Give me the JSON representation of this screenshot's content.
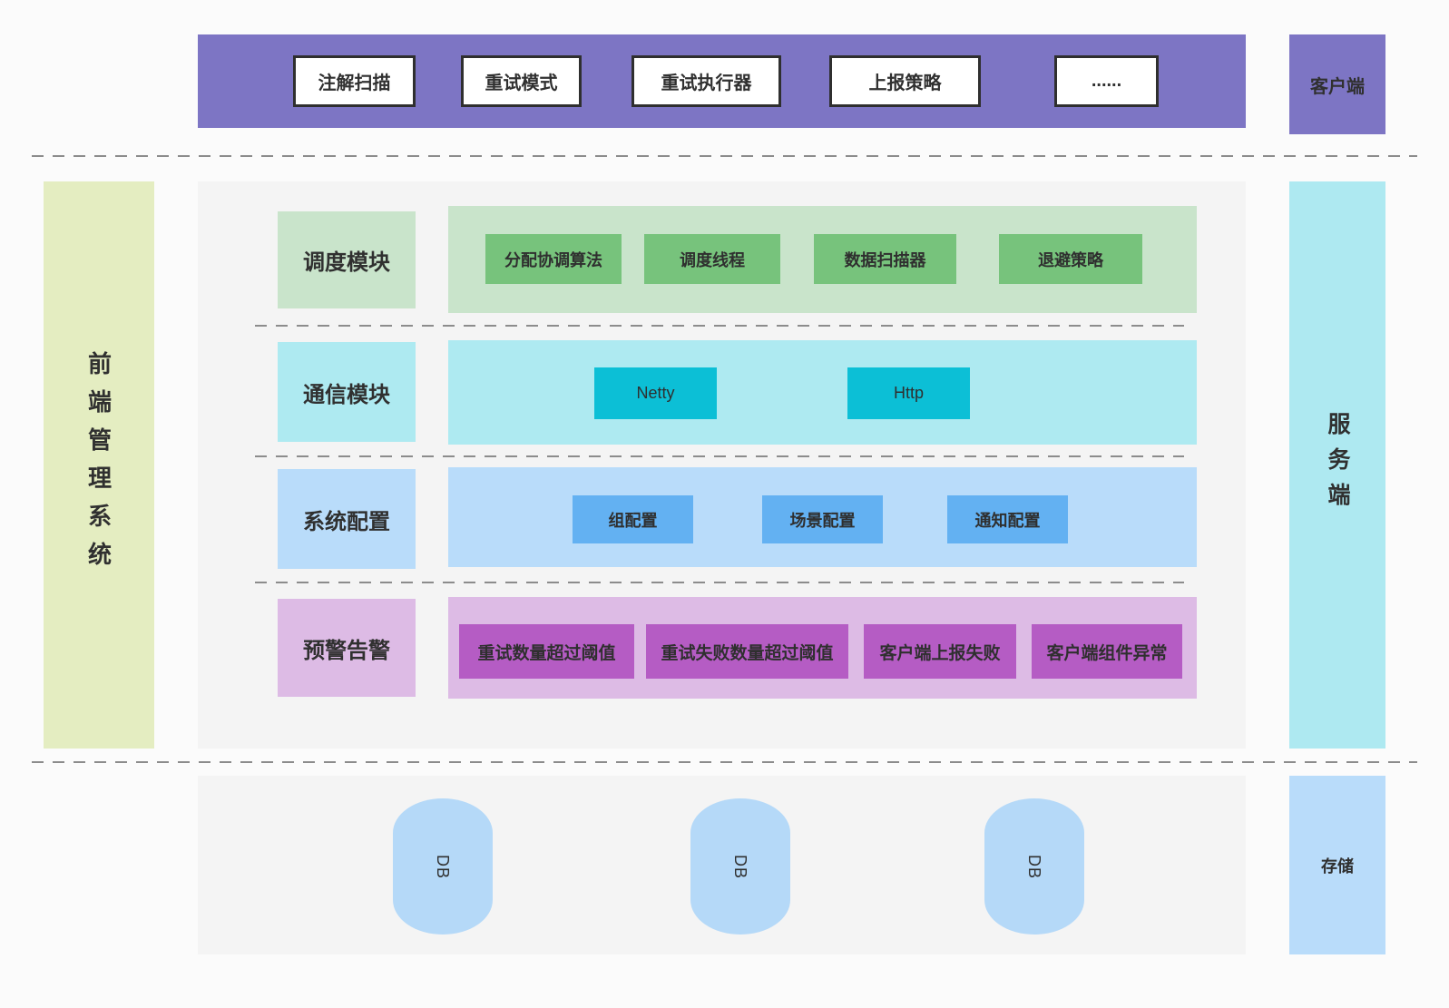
{
  "client_bar": {
    "modules": [
      "注解扫描",
      "重试模式",
      "重试执行器",
      "上报策略",
      "......"
    ],
    "side_label": "客户端"
  },
  "left_bar": {
    "label": "前端管理系统"
  },
  "right_bar": {
    "label": "服务端"
  },
  "rows": [
    {
      "label": "调度模块",
      "items": [
        "分配协调算法",
        "调度线程",
        "数据扫描器",
        "退避策略"
      ]
    },
    {
      "label": "通信模块",
      "items": [
        "Netty",
        "Http"
      ]
    },
    {
      "label": "系统配置",
      "items": [
        "组配置",
        "场景配置",
        "通知配置"
      ]
    },
    {
      "label": "预警告警",
      "items": [
        "重试数量超过阈值",
        "重试失败数量超过阈值",
        "客户端上报失败",
        "客户端组件异常"
      ]
    }
  ],
  "storage": {
    "databases": [
      "DB",
      "DB",
      "DB"
    ],
    "side_label": "存储"
  },
  "colors": {
    "client_purple": "#7d75c4",
    "scheduling_light": "#c9e4cb",
    "scheduling_item": "#77c37c",
    "comm_light": "#aeeaf1",
    "comm_item": "#0cbfd6",
    "config_light": "#b9dcfa",
    "config_item": "#63b1f2",
    "alert_light": "#ddbbe5",
    "alert_item": "#b55cc4",
    "frontend_bar": "#e4edc1",
    "server_bar": "#aee9f1",
    "db_cylinder": "#b5d9f8",
    "storage_box": "#b9dcfa",
    "panel_bg": "#f4f4f4",
    "separator": "#8c8c8c",
    "text": "#303030"
  }
}
